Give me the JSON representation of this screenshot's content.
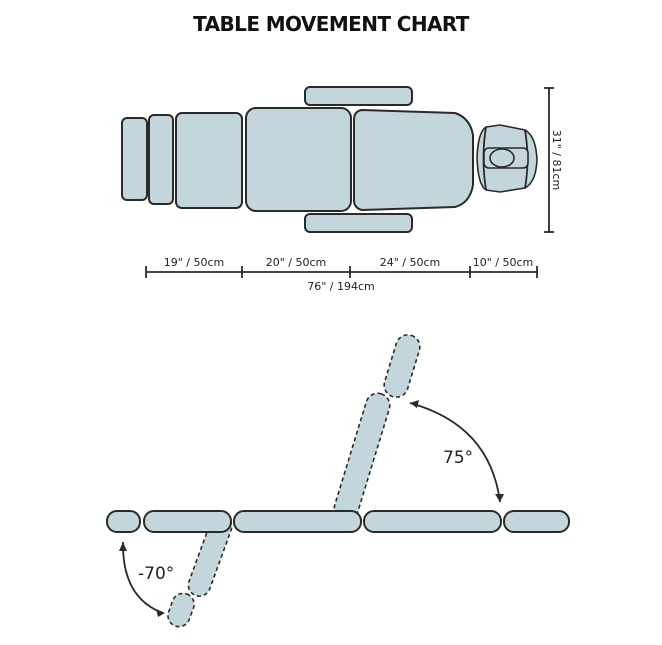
{
  "title": "TABLE MOVEMENT CHART",
  "colors": {
    "pad_fill": "#c3d6dc",
    "outline": "#2a2a2a",
    "background": "#ffffff"
  },
  "top_view": {
    "width_dimension": "31\" / 81cm",
    "segments": [
      {
        "name": "leg-section",
        "label": "19\" / 50cm"
      },
      {
        "name": "seat-section",
        "label": "20\" / 50cm"
      },
      {
        "name": "back-section",
        "label": "24\" / 50cm"
      },
      {
        "name": "head-section",
        "label": "10\" / 50cm"
      }
    ],
    "total_length": "76\" / 194cm"
  },
  "side_view": {
    "backrest_angle": "75°",
    "leg_angle": "-70°"
  }
}
